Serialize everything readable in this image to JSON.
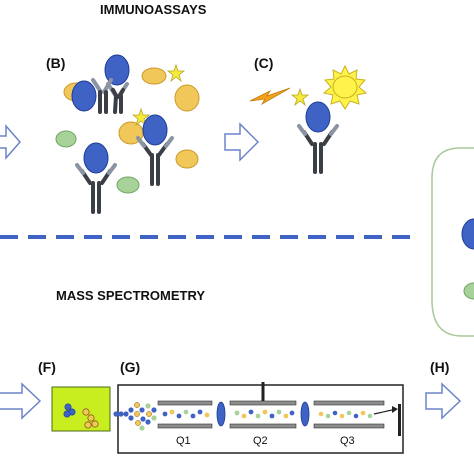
{
  "sections": {
    "immunoassays_title": "IMMUNOASSAYS",
    "mass_spec_title": "MASS SPECTROMETRY"
  },
  "panels": {
    "b": "(B)",
    "c": "(C)",
    "f": "(F)",
    "g": "(G)",
    "h": "(H)"
  },
  "quadrupoles": [
    "Q1",
    "Q2",
    "Q3"
  ],
  "colors": {
    "antigen_blue": "#3f63c5",
    "antigen_blue_stroke": "#1d3c96",
    "antibody_dark": "#3a3f45",
    "antibody_arm": "#8a94a3",
    "molecule_orange": "#f2c75a",
    "molecule_green": "#a7d39a",
    "star_yellow": "#f7ea3c",
    "sun_yellow": "#fff24a",
    "lightning_orange": "#f2a31a",
    "dash_blue": "#3f63c5",
    "sample_box_green": "#c8ee1f",
    "instrument_rail": "#8c8c8c"
  }
}
